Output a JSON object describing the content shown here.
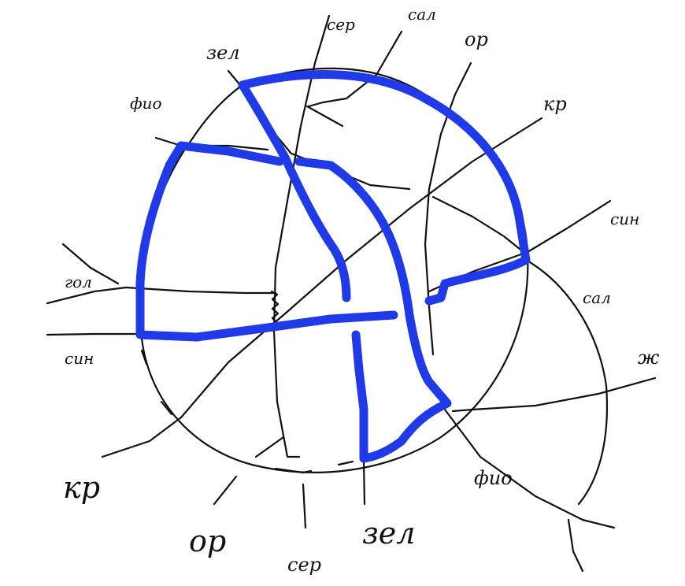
{
  "labels": {
    "top_ser": "сер",
    "top_sal": "сал",
    "top_or": "ор",
    "top_zel": "зел",
    "top_kr": "кр",
    "top_fio": "фио",
    "right_sin": "син",
    "left_gol": "гол",
    "right_sal": "сал",
    "left_sin": "син",
    "right_zh": "ж",
    "bottom_fio": "фио",
    "bottom_kr": "кр",
    "bottom_or": "ор",
    "bottom_zel": "зел",
    "bottom_ser": "сер"
  },
  "colors": {
    "ink": "#111111",
    "route": "#1f3ae6",
    "background": "#ffffff"
  }
}
